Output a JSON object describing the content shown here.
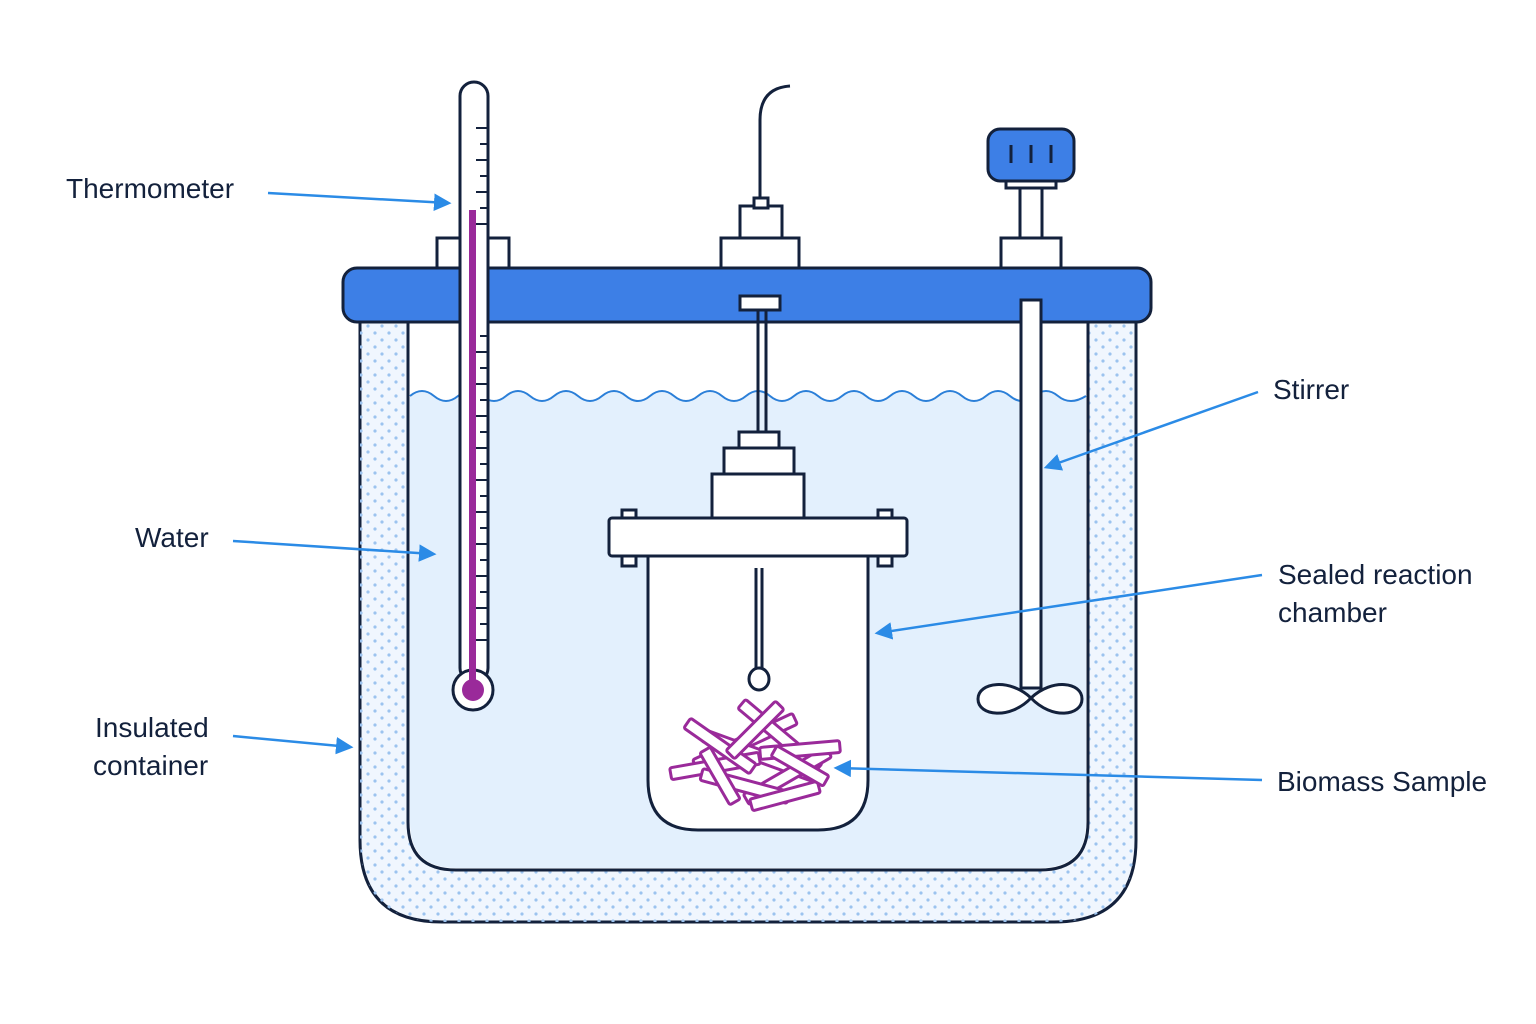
{
  "labels": {
    "thermometer": "Thermometer",
    "water": "Water",
    "insulated_container": [
      "Insulated",
      "container"
    ],
    "stirrer": "Stirrer",
    "sealed_reaction_chamber": [
      "Sealed reaction",
      "chamber"
    ],
    "biomass_sample": "Biomass Sample"
  },
  "colors": {
    "outline": "#13213c",
    "lid_blue": "#3d7fe6",
    "water": "#e3f0fd",
    "insulation": "#f0f6fe",
    "leader_arrow": "#2b8be6",
    "biomass": "#9a2a9a"
  },
  "icons": [
    "thermometer-icon",
    "stirrer-knob-icon",
    "propeller-icon",
    "probe-cable-icon"
  ]
}
